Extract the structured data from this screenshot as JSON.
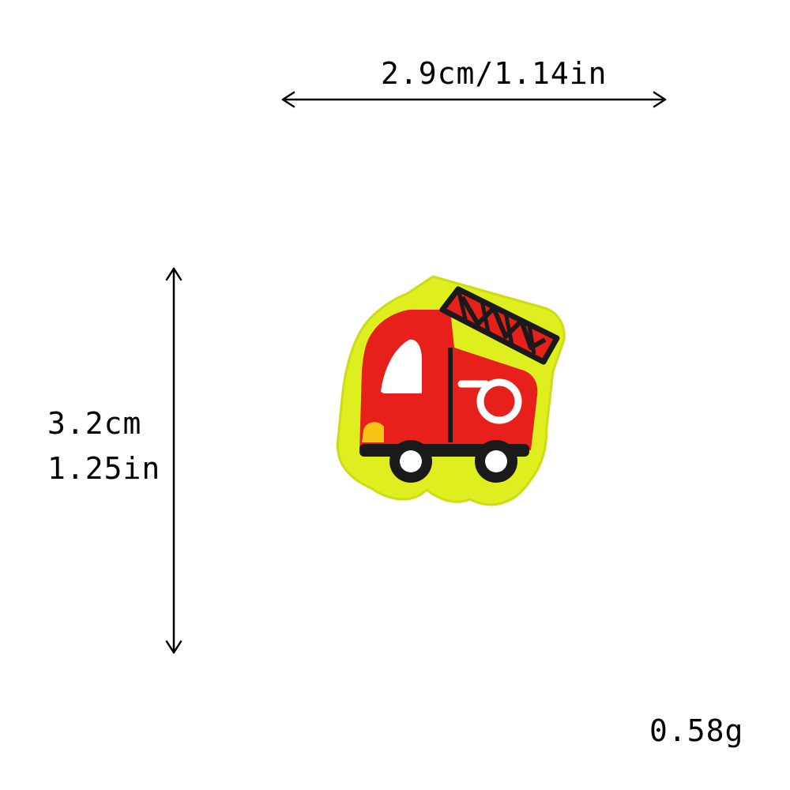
{
  "dimensions": {
    "width_label": "2.9cm/1.14in",
    "height_label_cm": "3.2cm",
    "height_label_in": "1.25in",
    "weight_label": "0.58g"
  },
  "product": {
    "icon": "fire-truck-patch-icon"
  },
  "colors": {
    "border": "#dfee1e",
    "body_red": "#e8201c",
    "outline": "#1a1a1a",
    "window_white": "#ffffff",
    "light_yellow": "#f6c317"
  }
}
